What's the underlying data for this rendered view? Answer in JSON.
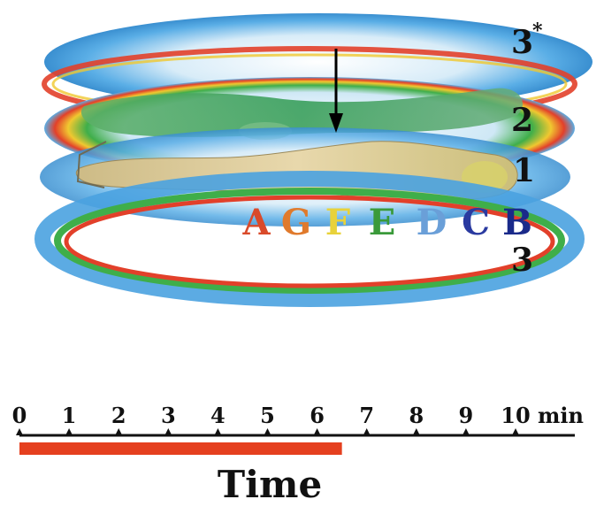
{
  "illustration": {
    "layer_labels": {
      "outer_top": "3",
      "outer_top_mark": "*",
      "middle": "2",
      "inner": "1",
      "outer_bottom": "3"
    },
    "letters": [
      {
        "text": "A",
        "color": "#d94a2a"
      },
      {
        "text": "G",
        "color": "#e07a2c"
      },
      {
        "text": "F",
        "color": "#e8d23a"
      },
      {
        "text": "E",
        "color": "#3a9a3a"
      },
      {
        "text": "D",
        "color": "#6a9fd8"
      },
      {
        "text": "C",
        "color": "#2a3aa0"
      },
      {
        "text": "B",
        "color": "#1a2a8a"
      }
    ],
    "colors": {
      "ring_outer": "#4aa2e0",
      "ring_green": "#3fae4a",
      "ring_red": "#e2402a",
      "body": "#d8c79a"
    }
  },
  "timeline": {
    "ticks": [
      "0",
      "1",
      "2",
      "3",
      "4",
      "5",
      "6",
      "7",
      "8",
      "9",
      "10"
    ],
    "unit": "min",
    "min": 0,
    "max": 10,
    "highlight_end": 6.5,
    "highlight_color": "#e5401f",
    "title": "Time"
  }
}
